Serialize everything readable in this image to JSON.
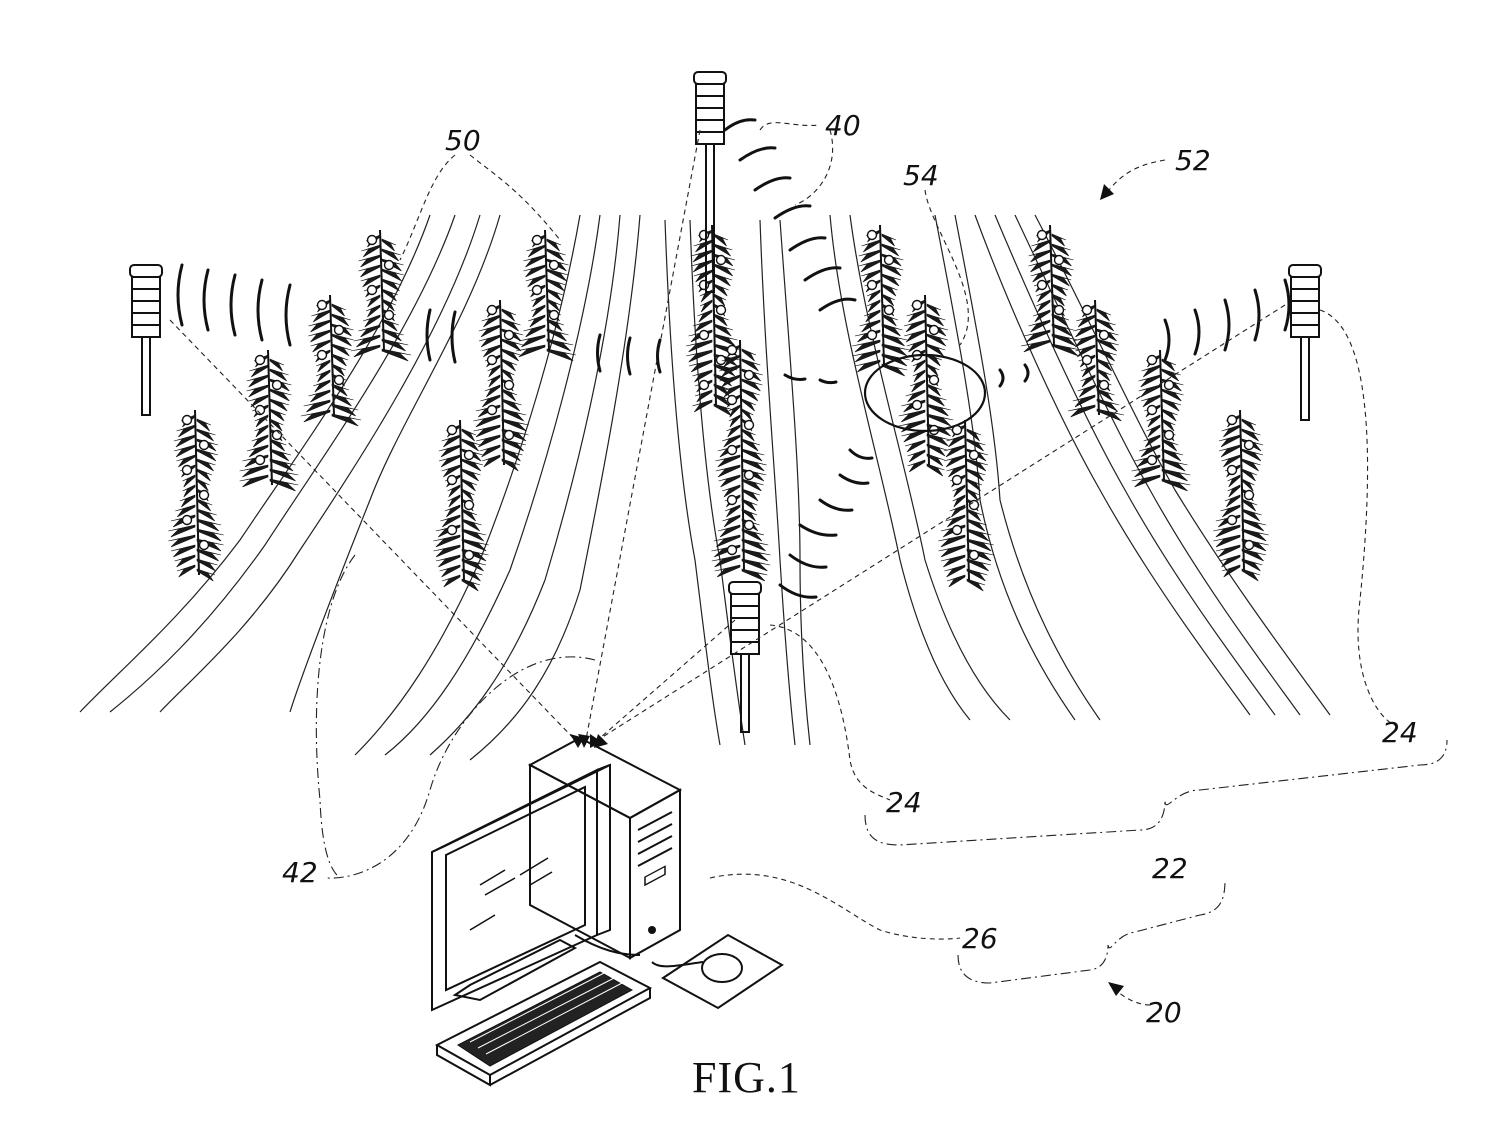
{
  "figure": {
    "caption": "FIG.1",
    "labels": {
      "system": "20",
      "sensor_network": "22",
      "sensor_a": "24",
      "sensor_b": "24",
      "computer": "26",
      "signal": "40",
      "link": "42",
      "plant_rows": "50",
      "field": "52",
      "plant": "54"
    }
  }
}
